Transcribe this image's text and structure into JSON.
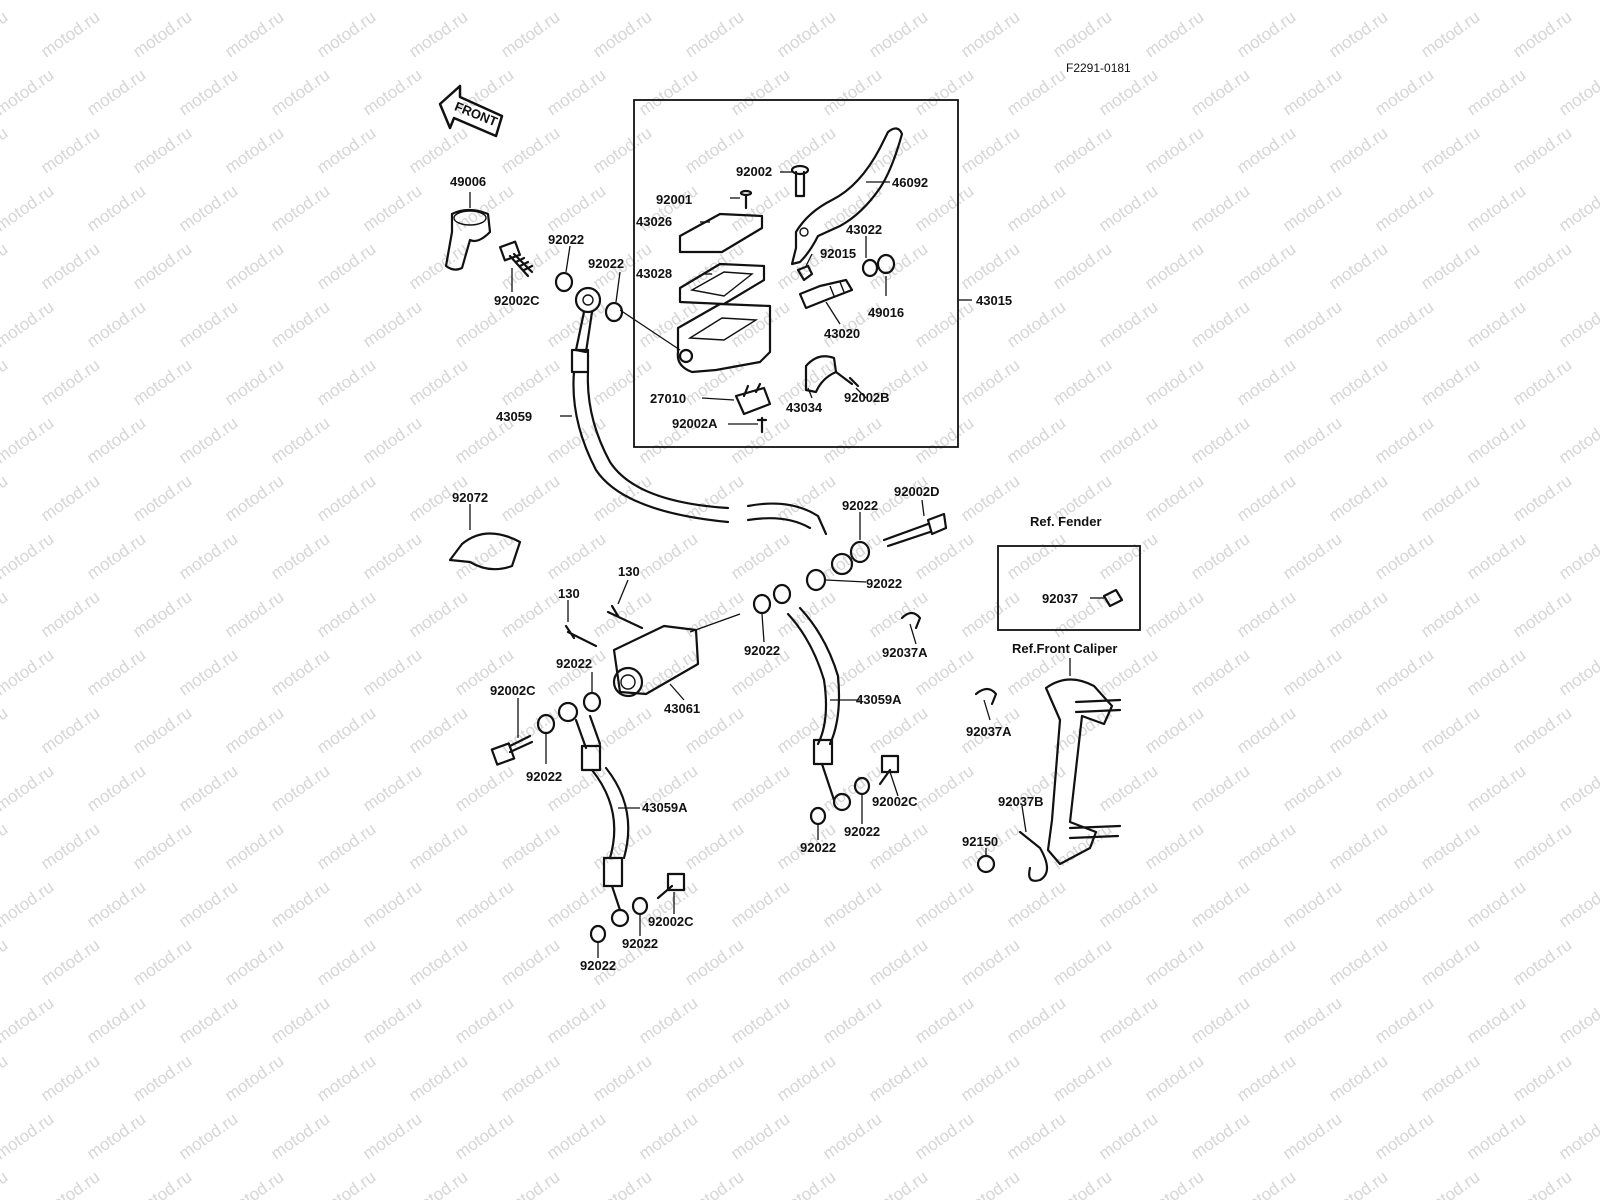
{
  "watermark": "motod.ru",
  "figure_code": "F2291-0181",
  "front_arrow": "FRONT",
  "callouts": {
    "c49006": "49006",
    "c92002C_top": "92002C",
    "c92022_top1": "92022",
    "c92022_top2": "92022",
    "c43059": "43059",
    "c92072": "92072",
    "c92002": "92002",
    "c92001": "92001",
    "c43026": "43026",
    "c43028": "43028",
    "c46092": "46092",
    "c43022": "43022",
    "c92015": "92015",
    "c49016": "49016",
    "c43015": "43015",
    "c43020": "43020",
    "c27010": "27010",
    "c92002B": "92002B",
    "c43034": "43034",
    "c92002A": "92002A",
    "c92022_mid1": "92022",
    "c92002D": "92002D",
    "c92022_mid2": "92022",
    "c130_a": "130",
    "c130_b": "130",
    "c92022_cyl": "92022",
    "c43061": "43061",
    "c92022_jn": "92022",
    "c92037A_1": "92037A",
    "c43059A_right": "43059A",
    "c92002C_left": "92002C",
    "c92022_left": "92022",
    "c43059A_left": "43059A",
    "c92002C_bl": "92002C",
    "c92022_bl1": "92022",
    "c92022_bl2": "92022",
    "c92002C_br": "92002C",
    "c92022_br1": "92022",
    "c92022_br2": "92022",
    "ref_fender": "Ref. Fender",
    "c92037": "92037",
    "ref_caliper": "Ref.Front Caliper",
    "c92037A_2": "92037A",
    "c92037B": "92037B",
    "c92150": "92150"
  }
}
